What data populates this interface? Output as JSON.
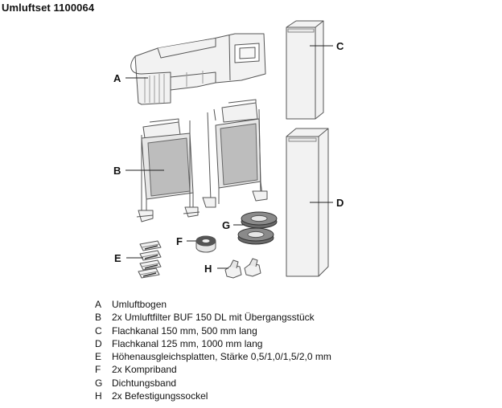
{
  "title": "Umluftset 1100064",
  "callouts": {
    "a": "A",
    "b": "B",
    "c": "C",
    "d": "D",
    "e": "E",
    "f": "F",
    "g": "G",
    "h": "H"
  },
  "legend": [
    {
      "letter": "A",
      "text": "Umluftbogen"
    },
    {
      "letter": "B",
      "text": "2x Umluftfilter BUF 150 DL mit Übergangsstück"
    },
    {
      "letter": "C",
      "text": "Flachkanal 150 mm, 500 mm lang"
    },
    {
      "letter": "D",
      "text": "Flachkanal 125 mm, 1000 mm lang"
    },
    {
      "letter": "E",
      "text": "Höhenausgleichsplatten, Stärke 0,5/1,0/1,5/2,0 mm"
    },
    {
      "letter": "F",
      "text": "2x Kompriband"
    },
    {
      "letter": "G",
      "text": "Dichtungsband"
    },
    {
      "letter": "H",
      "text": "2x Befestigungssockel"
    }
  ],
  "colors": {
    "part_fill": "#f2f2f2",
    "part_stroke": "#555555",
    "filter_fill": "#bdbdbd",
    "dark": "#333333"
  }
}
